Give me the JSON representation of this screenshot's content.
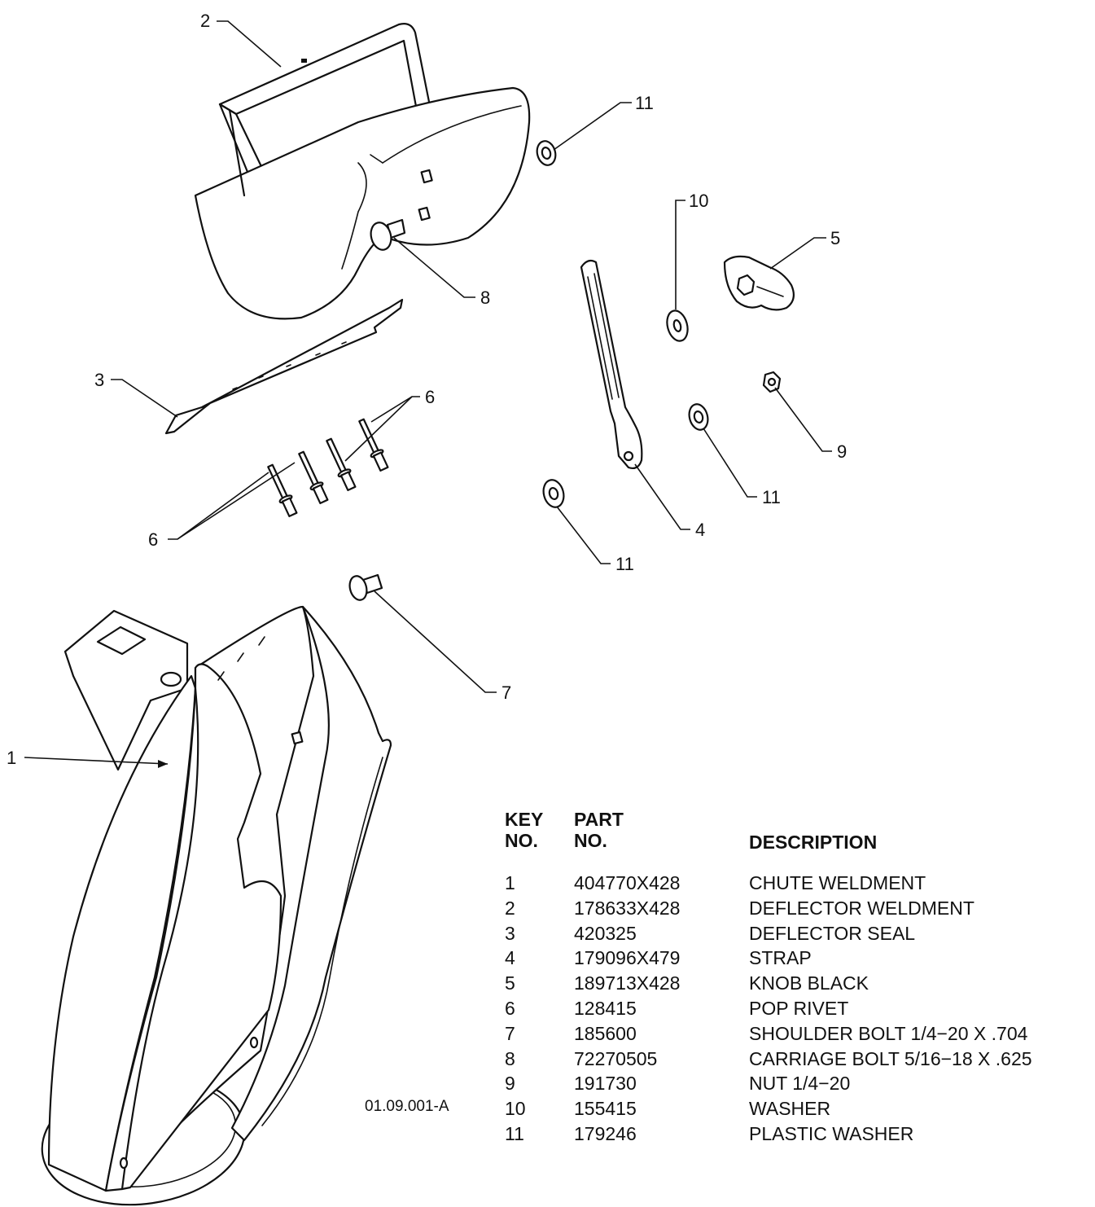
{
  "callouts": [
    {
      "key": "label-1",
      "text": "1"
    },
    {
      "key": "label-2",
      "text": "2"
    },
    {
      "key": "label-3",
      "text": "3"
    },
    {
      "key": "label-4",
      "text": "4"
    },
    {
      "key": "label-5",
      "text": "5"
    },
    {
      "key": "label-6a",
      "text": "6"
    },
    {
      "key": "label-6b",
      "text": "6"
    },
    {
      "key": "label-7",
      "text": "7"
    },
    {
      "key": "label-8",
      "text": "8"
    },
    {
      "key": "label-9",
      "text": "9"
    },
    {
      "key": "label-10",
      "text": "10"
    },
    {
      "key": "label-11a",
      "text": "11"
    },
    {
      "key": "label-11b",
      "text": "11"
    },
    {
      "key": "label-11c",
      "text": "11"
    }
  ],
  "figure_id": "01.09.001-A",
  "table": {
    "headers": {
      "key_line1": "KEY",
      "key_line2": "NO.",
      "part_line1": "PART",
      "part_line2": "NO.",
      "description": "DESCRIPTION"
    },
    "rows": [
      {
        "key": "1",
        "part": "404770X428",
        "description": "CHUTE WELDMENT"
      },
      {
        "key": "2",
        "part": "178633X428",
        "description": "DEFLECTOR WELDMENT"
      },
      {
        "key": "3",
        "part": "420325",
        "description": "DEFLECTOR SEAL"
      },
      {
        "key": "4",
        "part": "179096X479",
        "description": "STRAP"
      },
      {
        "key": "5",
        "part": "189713X428",
        "description": "KNOB BLACK"
      },
      {
        "key": "6",
        "part": "128415",
        "description": "POP RIVET"
      },
      {
        "key": "7",
        "part": "185600",
        "description": "SHOULDER BOLT 1/4−20 X .704"
      },
      {
        "key": "8",
        "part": "72270505",
        "description": "CARRIAGE BOLT 5/16−18 X .625"
      },
      {
        "key": "9",
        "part": "191730",
        "description": "NUT 1/4−20"
      },
      {
        "key": "10",
        "part": "155415",
        "description": "WASHER"
      },
      {
        "key": "11",
        "part": "179246",
        "description": "PLASTIC WASHER"
      }
    ]
  }
}
